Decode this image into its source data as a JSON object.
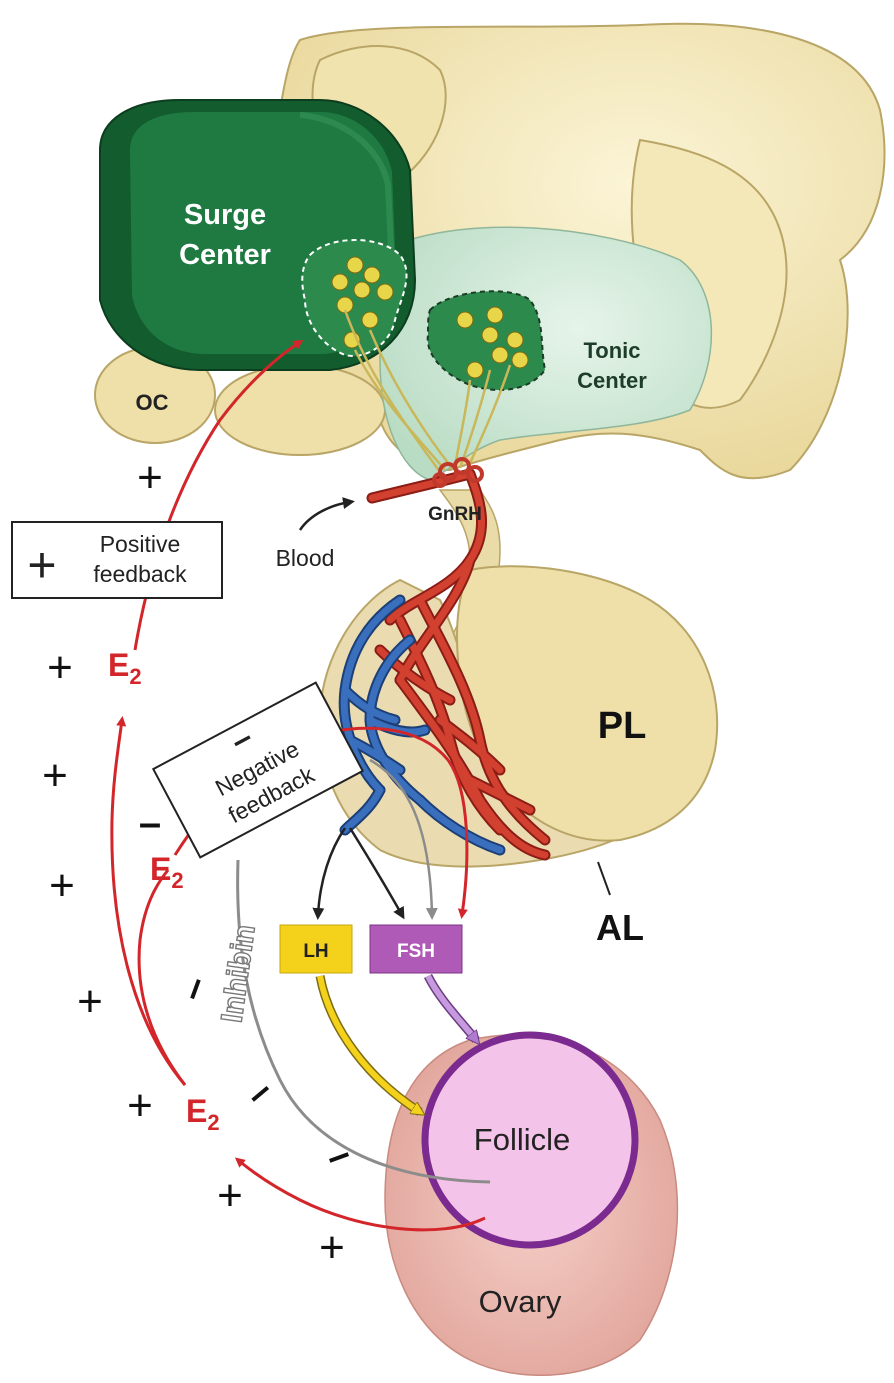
{
  "labels": {
    "surge_center_line1": "Surge",
    "surge_center_line2": "Center",
    "tonic_center_line1": "Tonic",
    "tonic_center_line2": "Center",
    "oc": "OC",
    "gnrh": "GnRH",
    "blood": "Blood",
    "pl": "PL",
    "al": "AL",
    "lh": "LH",
    "fsh": "FSH",
    "follicle": "Follicle",
    "ovary": "Ovary",
    "inhibin": "Inhibin",
    "e2_main": "E",
    "e2_sub": "2"
  },
  "legend": {
    "positive_symbol": "+",
    "positive_line1": "Positive",
    "positive_line2": "feedback",
    "negative_symbol": "–",
    "negative_line1": "Negative",
    "negative_line2": "feedback"
  },
  "signs": {
    "plus": "+",
    "minus": "–"
  },
  "colors": {
    "surge_green": "#1c6e3a",
    "tonic_mint": "#cfe8d6",
    "brain_tan": "#eee0a8",
    "brain_outline": "#b9a566",
    "blood_red": "#c0392b",
    "blood_blue": "#2e5fa8",
    "e2_red": "#d3262a",
    "lh_yellow": "#f4d21b",
    "fsh_purple": "#b05ab8",
    "follicle_pink": "#f4c3ea",
    "follicle_ring": "#7b2b8f",
    "ovary_pink": "#ebb3aa",
    "inhibin_gray": "#8c8c8c"
  }
}
